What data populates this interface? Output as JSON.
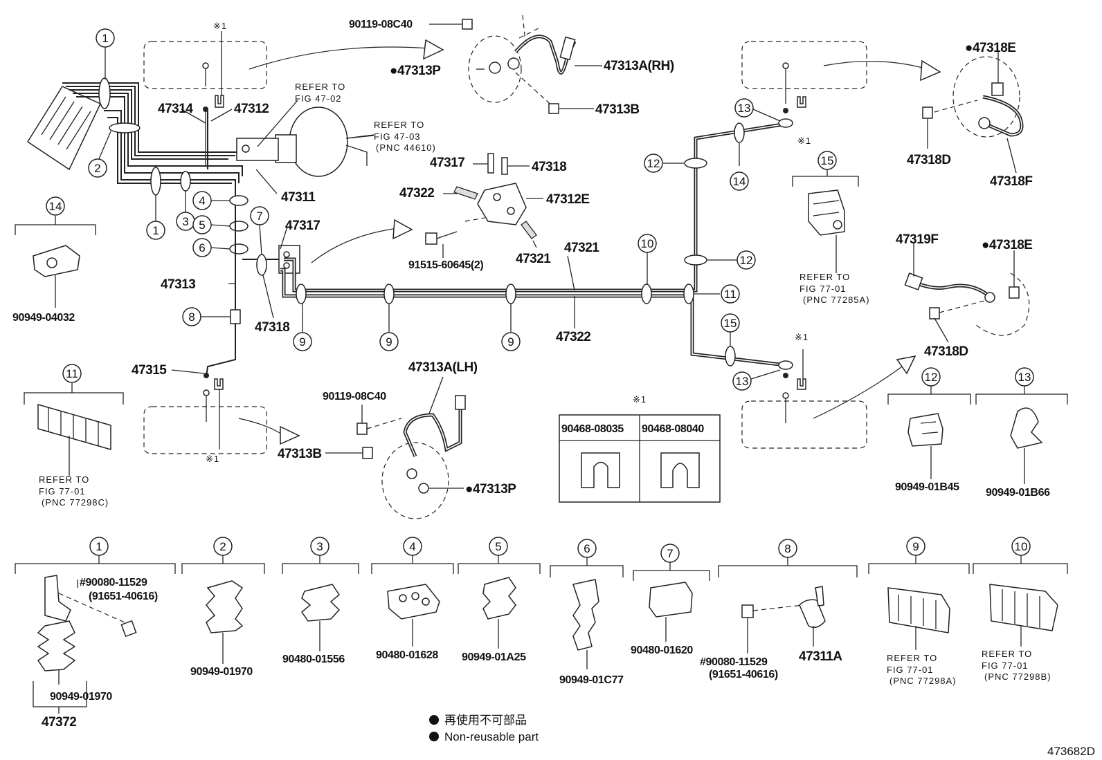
{
  "diagram_id": "473682D",
  "callouts": {
    "c1": "1",
    "c2": "2",
    "c3": "3",
    "c4": "4",
    "c5": "5",
    "c6": "6",
    "c7": "7",
    "c8": "8",
    "c9": "9",
    "c10": "10",
    "c11": "11",
    "c12": "12",
    "c13": "13",
    "c14": "14",
    "c15": "15"
  },
  "note_mark": "※1",
  "parts": {
    "p47314": "47314",
    "p47312": "47312",
    "p47311": "47311",
    "p47313": "47313",
    "p47315": "47315",
    "p47317a": "47317",
    "p47318a": "47318",
    "p47317b": "47317",
    "p47318b": "47318",
    "p47322a": "47322",
    "p47312E": "47312E",
    "p47321a": "47321",
    "p47321b": "47321",
    "p47322b": "47322",
    "p91515": "91515-60645(2)",
    "p90119a": "90119-08C40",
    "p47313ARH": "47313A(RH)",
    "p47313Pa": "●47313P",
    "p47313Ba": "47313B",
    "p47313ALH": "47313A(LH)",
    "p90119b": "90119-08C40",
    "p47313Bb": "47313B",
    "p47313Pb": "●47313P",
    "p47318Ea": "●47318E",
    "p47318Da": "47318D",
    "p47318F": "47318F",
    "p47319F": "47319F",
    "p47318Eb": "●47318E",
    "p47318Db": "47318D",
    "p90949_04032": "90949-04032",
    "p90949_01B45": "90949-01B45",
    "p90949_01B66": "90949-01B66",
    "p90949_01970a": "90949-01970",
    "p90080a": "#90080-11529",
    "p91651a": "(91651-40616)",
    "p90949_01970b": "90949-01970",
    "p47372": "47372",
    "p90480_01556": "90480-01556",
    "p90480_01628": "90480-01628",
    "p90949_01A25": "90949-01A25",
    "p90949_01C77": "90949-01C77",
    "p90480_01620": "90480-01620",
    "p90080b": "#90080-11529",
    "p91651b": "(91651-40616)",
    "p47311A": "47311A"
  },
  "refs": {
    "r4702_a": "REFER TO",
    "r4702_b": "FIG 47-02",
    "r4703_a": "REFER TO",
    "r4703_b": "FIG 47-03",
    "r4703_c": "(PNC 44610)",
    "r7701_15_a": "REFER TO",
    "r7701_15_b": "FIG 77-01",
    "r7701_15_c": "(PNC 77285A)",
    "r7701_11_a": "REFER TO",
    "r7701_11_b": "FIG 77-01",
    "r7701_11_c": "(PNC 77298C)",
    "r7701_9_a": "REFER TO",
    "r7701_9_b": "FIG 77-01",
    "r7701_9_c": "(PNC 77298A)",
    "r7701_10_a": "REFER TO",
    "r7701_10_b": "FIG 77-01",
    "r7701_10_c": "(PNC 77298B)"
  },
  "table": {
    "mark": "※1",
    "col1": "90468-08035",
    "col2": "90468-08040"
  },
  "legend": {
    "jp": "再使用不可部品",
    "en": "Non-reusable part"
  }
}
